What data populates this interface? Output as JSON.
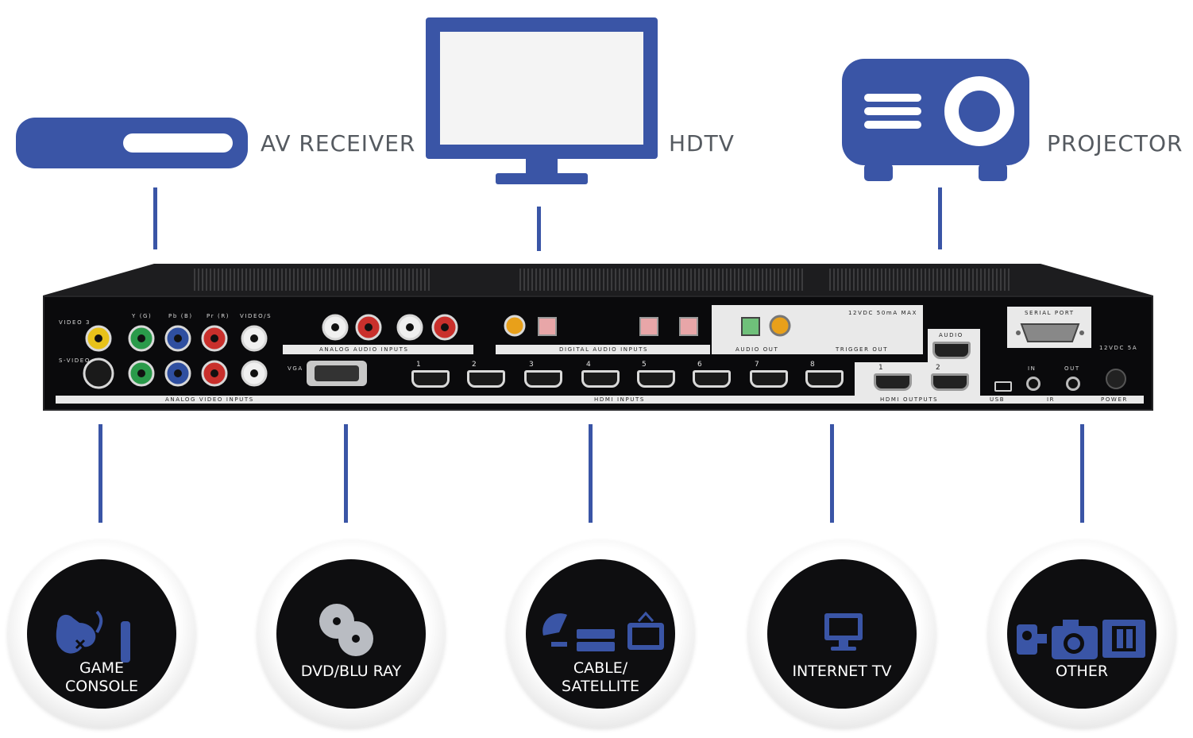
{
  "outputs": [
    {
      "label": "AV RECEIVER",
      "icon": "av-receiver-icon"
    },
    {
      "label": "HDTV",
      "icon": "hdtv-icon"
    },
    {
      "label": "PROJECTOR",
      "icon": "projector-icon"
    }
  ],
  "sources": [
    {
      "label": "GAME\nCONSOLE",
      "icon": "game-console-icon"
    },
    {
      "label": "DVD/BLU RAY",
      "icon": "disc-icon"
    },
    {
      "label": "CABLE/\nSATELLITE",
      "icon": "cable-satellite-icon"
    },
    {
      "label": "INTERNET TV",
      "icon": "monitor-icon"
    },
    {
      "label": "OTHER",
      "icon": "camera-film-icon"
    }
  ],
  "device_labels": {
    "video3": "VIDEO 3",
    "svideo": "S-VIDEO",
    "yg": "Y (G)",
    "pb": "Pb (B)",
    "pr": "Pr (R)",
    "videos": "VIDEO/S",
    "analog_video_inputs": "ANALOG VIDEO INPUTS",
    "analog_audio_inputs": "ANALOG AUDIO INPUTS",
    "vga": "VGA",
    "digital_audio_inputs": "DIGITAL AUDIO INPUTS",
    "audio_out": "AUDIO OUT",
    "trigger_power": "12VDC 50mA MAX",
    "trigger_out": "TRIGGER OUT",
    "serial_port": "SERIAL PORT",
    "audio": "AUDIO",
    "hdmi_inputs": "HDMI INPUTS",
    "hdmi_outputs": "HDMI OUTPUTS",
    "usb": "USB",
    "ir": "IR",
    "ir_in": "IN",
    "ir_out": "OUT",
    "power": "POWER",
    "power_rating": "12VDC 5A",
    "hdmi_numbers": [
      "1",
      "2",
      "3",
      "4",
      "5",
      "6",
      "7",
      "8"
    ],
    "hdmi_out_numbers": [
      "1",
      "2"
    ]
  },
  "colors": {
    "accent": "#3a55a6",
    "circle_bg": "#0e0e10",
    "label_gray": "#555a60"
  }
}
